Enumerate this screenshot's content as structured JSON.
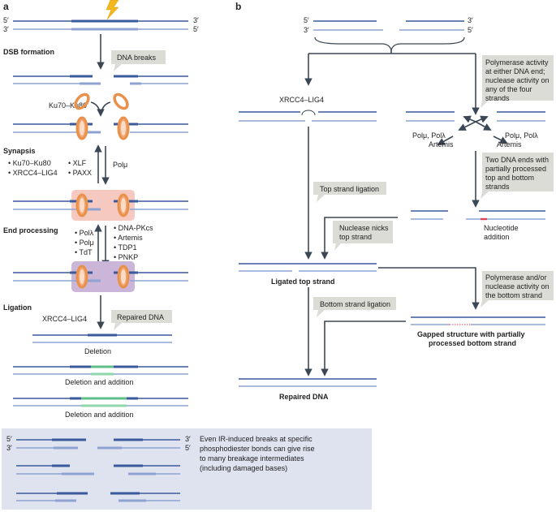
{
  "panel_a": {
    "label": "a",
    "end_top_left": "5′",
    "end_top_right": "3′",
    "end_bot_left": "3′",
    "end_bot_right": "5′",
    "dsb_formation": "DSB formation",
    "dna_breaks": "DNA breaks",
    "ku": "Ku70–Ku80",
    "synapsis": "Synapsis",
    "synapsis_factors": [
      "• Ku70–Ku80",
      "• XRCC4–LIG4",
      "• XLF",
      "• PAXX"
    ],
    "polmu_side": "Polμ",
    "end_processing": "End processing",
    "ep_left": [
      "• Polλ",
      "• Polμ",
      "• TdT"
    ],
    "ep_right": [
      "• DNA-PKcs",
      "• Artemis",
      "• TDP1",
      "• PNKP"
    ],
    "ligation": "Ligation",
    "xrcc4_lig4": "XRCC4–LIG4",
    "repaired_dna": "Repaired DNA",
    "deletion": "Deletion",
    "deletion_addition_1": "Deletion and addition",
    "deletion_addition_2": "Deletion and addition"
  },
  "panel_b": {
    "label": "b",
    "end_top_left": "5′",
    "end_top_right": "3′",
    "end_bot_left": "3′",
    "end_bot_right": "5′",
    "xrcc4_lig4": "XRCC4–LIG4",
    "polymerase_activity": [
      "Polymerase activity",
      "at either DNA end;",
      "nuclease activity on",
      "any of the four",
      "strands"
    ],
    "pol_left": [
      "Polμ, Polλ",
      "Artemis"
    ],
    "pol_right": [
      "Polμ, Polλ",
      "Artemis"
    ],
    "two_dna_ends": [
      "Two DNA ends with",
      "partially processed",
      "top and bottom",
      "strands"
    ],
    "top_strand_ligation": "Top strand ligation",
    "nuclease_nicks": [
      "Nuclease nicks",
      "top strand"
    ],
    "nucleotide_addition": [
      "Nucleotide",
      "addition"
    ],
    "ligated_top_strand": "Ligated top strand",
    "polymerase_bottom": [
      "Polymerase and/or",
      "nuclease activity on",
      "the bottom strand"
    ],
    "bottom_strand_ligation": "Bottom strand ligation",
    "gapped_structure": [
      "Gapped structure with partially",
      "processed bottom strand"
    ],
    "repaired_dna": "Repaired DNA"
  },
  "box": {
    "end_top_left": "5′",
    "end_top_right": "3′",
    "end_bot_left": "3′",
    "end_bot_right": "5′",
    "text": [
      "Even IR-induced breaks at specific",
      "phosphodiester bonds can give rise",
      "to many breakage intermediates",
      "(including damaged bases)"
    ]
  },
  "colors": {
    "dark_strand": "#3a5a9c",
    "light_strand": "#8ea3d2",
    "callout": "#dcdcd6",
    "ku_ring": "#e8914a",
    "synapsis_box": "#f6c9c0",
    "processing_box": "#cbb6da",
    "addition": "#5fbf8a",
    "bottom_box": "#dfe3f0"
  }
}
